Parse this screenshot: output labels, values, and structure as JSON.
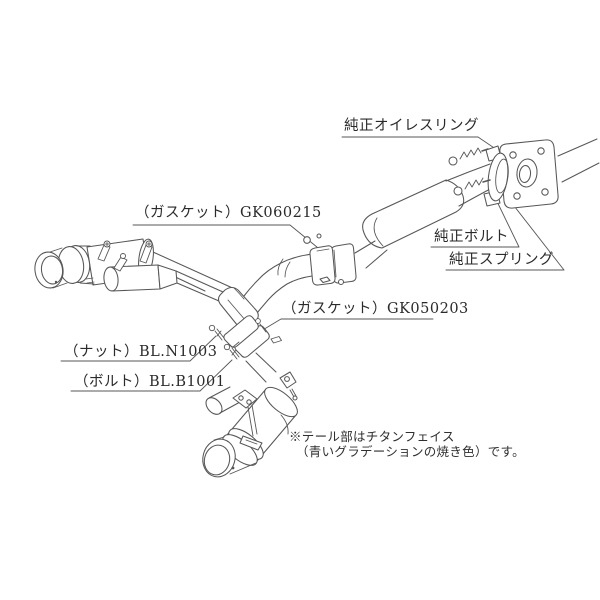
{
  "image": {
    "background": "#ffffff",
    "line_color": "#575757",
    "text_color": "#2a2a2a",
    "description": "exhaust-system-parts-diagram"
  },
  "labels": {
    "oiles_ring": "純正オイレスリング",
    "gasket_gk060215": "（ガスケット）GK060215",
    "genuine_bolt": "純正ボルト",
    "genuine_spring": "純正スプリング",
    "gasket_gk050203": "（ガスケット）GK050203",
    "nut_bl_n1003": "（ナット）BL.N1003",
    "bolt_bl_b1001": "（ボルト）BL.B1001"
  },
  "note": {
    "line1": "※テール部はチタンフェイス",
    "line2": "（青いグラデーションの焼き色）です。"
  }
}
